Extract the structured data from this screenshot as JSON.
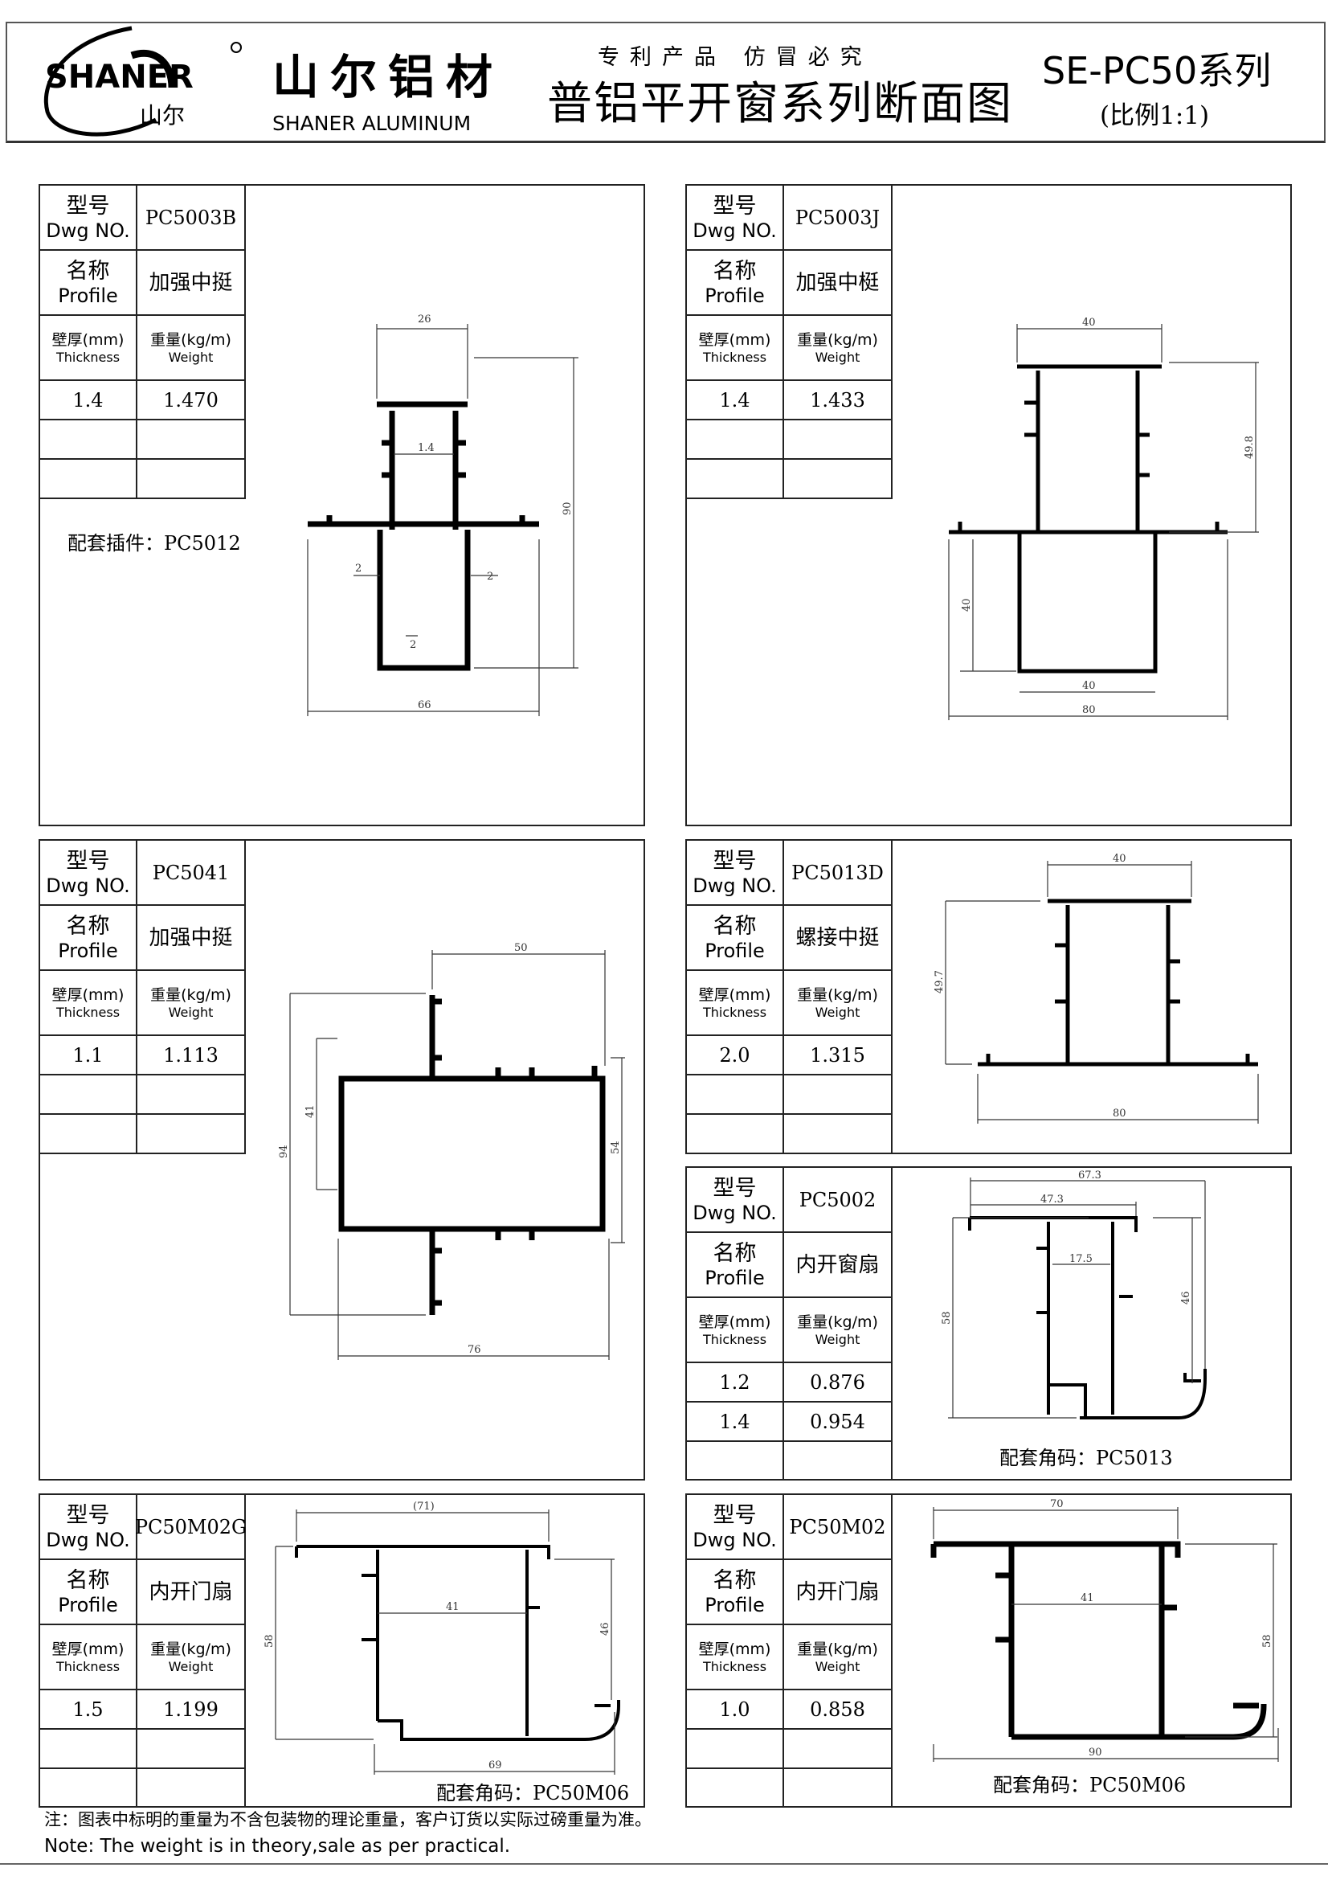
{
  "header": {
    "logo_text": "SHANER",
    "logo_cn": "山尔",
    "brand_cn": "山尔铝材",
    "brand_en": "SHANER ALUMINUM",
    "patent": "专利产品  仿冒必究",
    "title": "普铝平开窗系列断面图",
    "series": "SE-PC50系列",
    "scale": "(比例1:1)"
  },
  "labels": {
    "dwg_cn": "型号",
    "dwg_en": "Dwg NO.",
    "profile_cn": "名称",
    "profile_en": "Profile",
    "thickness_cn": "壁厚(mm)",
    "thickness_en": "Thickness",
    "weight_cn": "重量(kg/m)",
    "weight_en": "Weight"
  },
  "panels": [
    {
      "dwg": "PC5003B",
      "profile": "加强中挺",
      "rows": [
        [
          "1.4",
          "1.470"
        ],
        [
          "",
          ""
        ],
        [
          "",
          ""
        ]
      ],
      "caption": "配套插件：PC5012",
      "dims": [
        "26",
        "1.4",
        "90",
        "2",
        "2",
        "2",
        "66"
      ]
    },
    {
      "dwg": "PC5003J",
      "profile": "加强中梃",
      "rows": [
        [
          "1.4",
          "1.433"
        ],
        [
          "",
          ""
        ],
        [
          "",
          ""
        ]
      ],
      "caption": "",
      "dims": [
        "40",
        "49.8",
        "40",
        "40",
        "80"
      ]
    },
    {
      "dwg": "PC5041",
      "profile": "加强中挺",
      "rows": [
        [
          "1.1",
          "1.113"
        ],
        [
          "",
          ""
        ],
        [
          "",
          ""
        ]
      ],
      "caption": "",
      "dims": [
        "50",
        "94",
        "41",
        "54",
        "76"
      ]
    },
    {
      "dwg": "PC5013D",
      "profile": "螺接中挺",
      "rows": [
        [
          "2.0",
          "1.315"
        ],
        [
          "",
          ""
        ],
        [
          "",
          ""
        ]
      ],
      "caption": "",
      "dims": [
        "40",
        "49.7",
        "80"
      ]
    },
    {
      "dwg": "PC5002",
      "profile": "内开窗扇",
      "rows": [
        [
          "1.2",
          "0.876"
        ],
        [
          "1.4",
          "0.954"
        ],
        [
          "",
          ""
        ]
      ],
      "caption": "配套角码：PC5013",
      "dims": [
        "67.3",
        "47.3",
        "17.5",
        "58",
        "46"
      ]
    },
    {
      "dwg": "PC50M02G",
      "profile": "内开门扇",
      "rows": [
        [
          "1.5",
          "1.199"
        ],
        [
          "",
          ""
        ],
        [
          "",
          ""
        ]
      ],
      "caption": "配套角码：PC50M06",
      "dims": [
        "(71)",
        "41",
        "58",
        "46",
        "69"
      ]
    },
    {
      "dwg": "PC50M02",
      "profile": "内开门扇",
      "rows": [
        [
          "1.0",
          "0.858"
        ],
        [
          "",
          ""
        ],
        [
          "",
          ""
        ]
      ],
      "caption": "配套角码：PC50M06",
      "dims": [
        "70",
        "41",
        "58",
        "90"
      ]
    }
  ],
  "notes": {
    "cn": "注：图表中标明的重量为不含包装物的理论重量，客户订货以实际过磅重量为准。",
    "en": "Note: The  weight  is  in  theory,sale  as  per  practical."
  }
}
